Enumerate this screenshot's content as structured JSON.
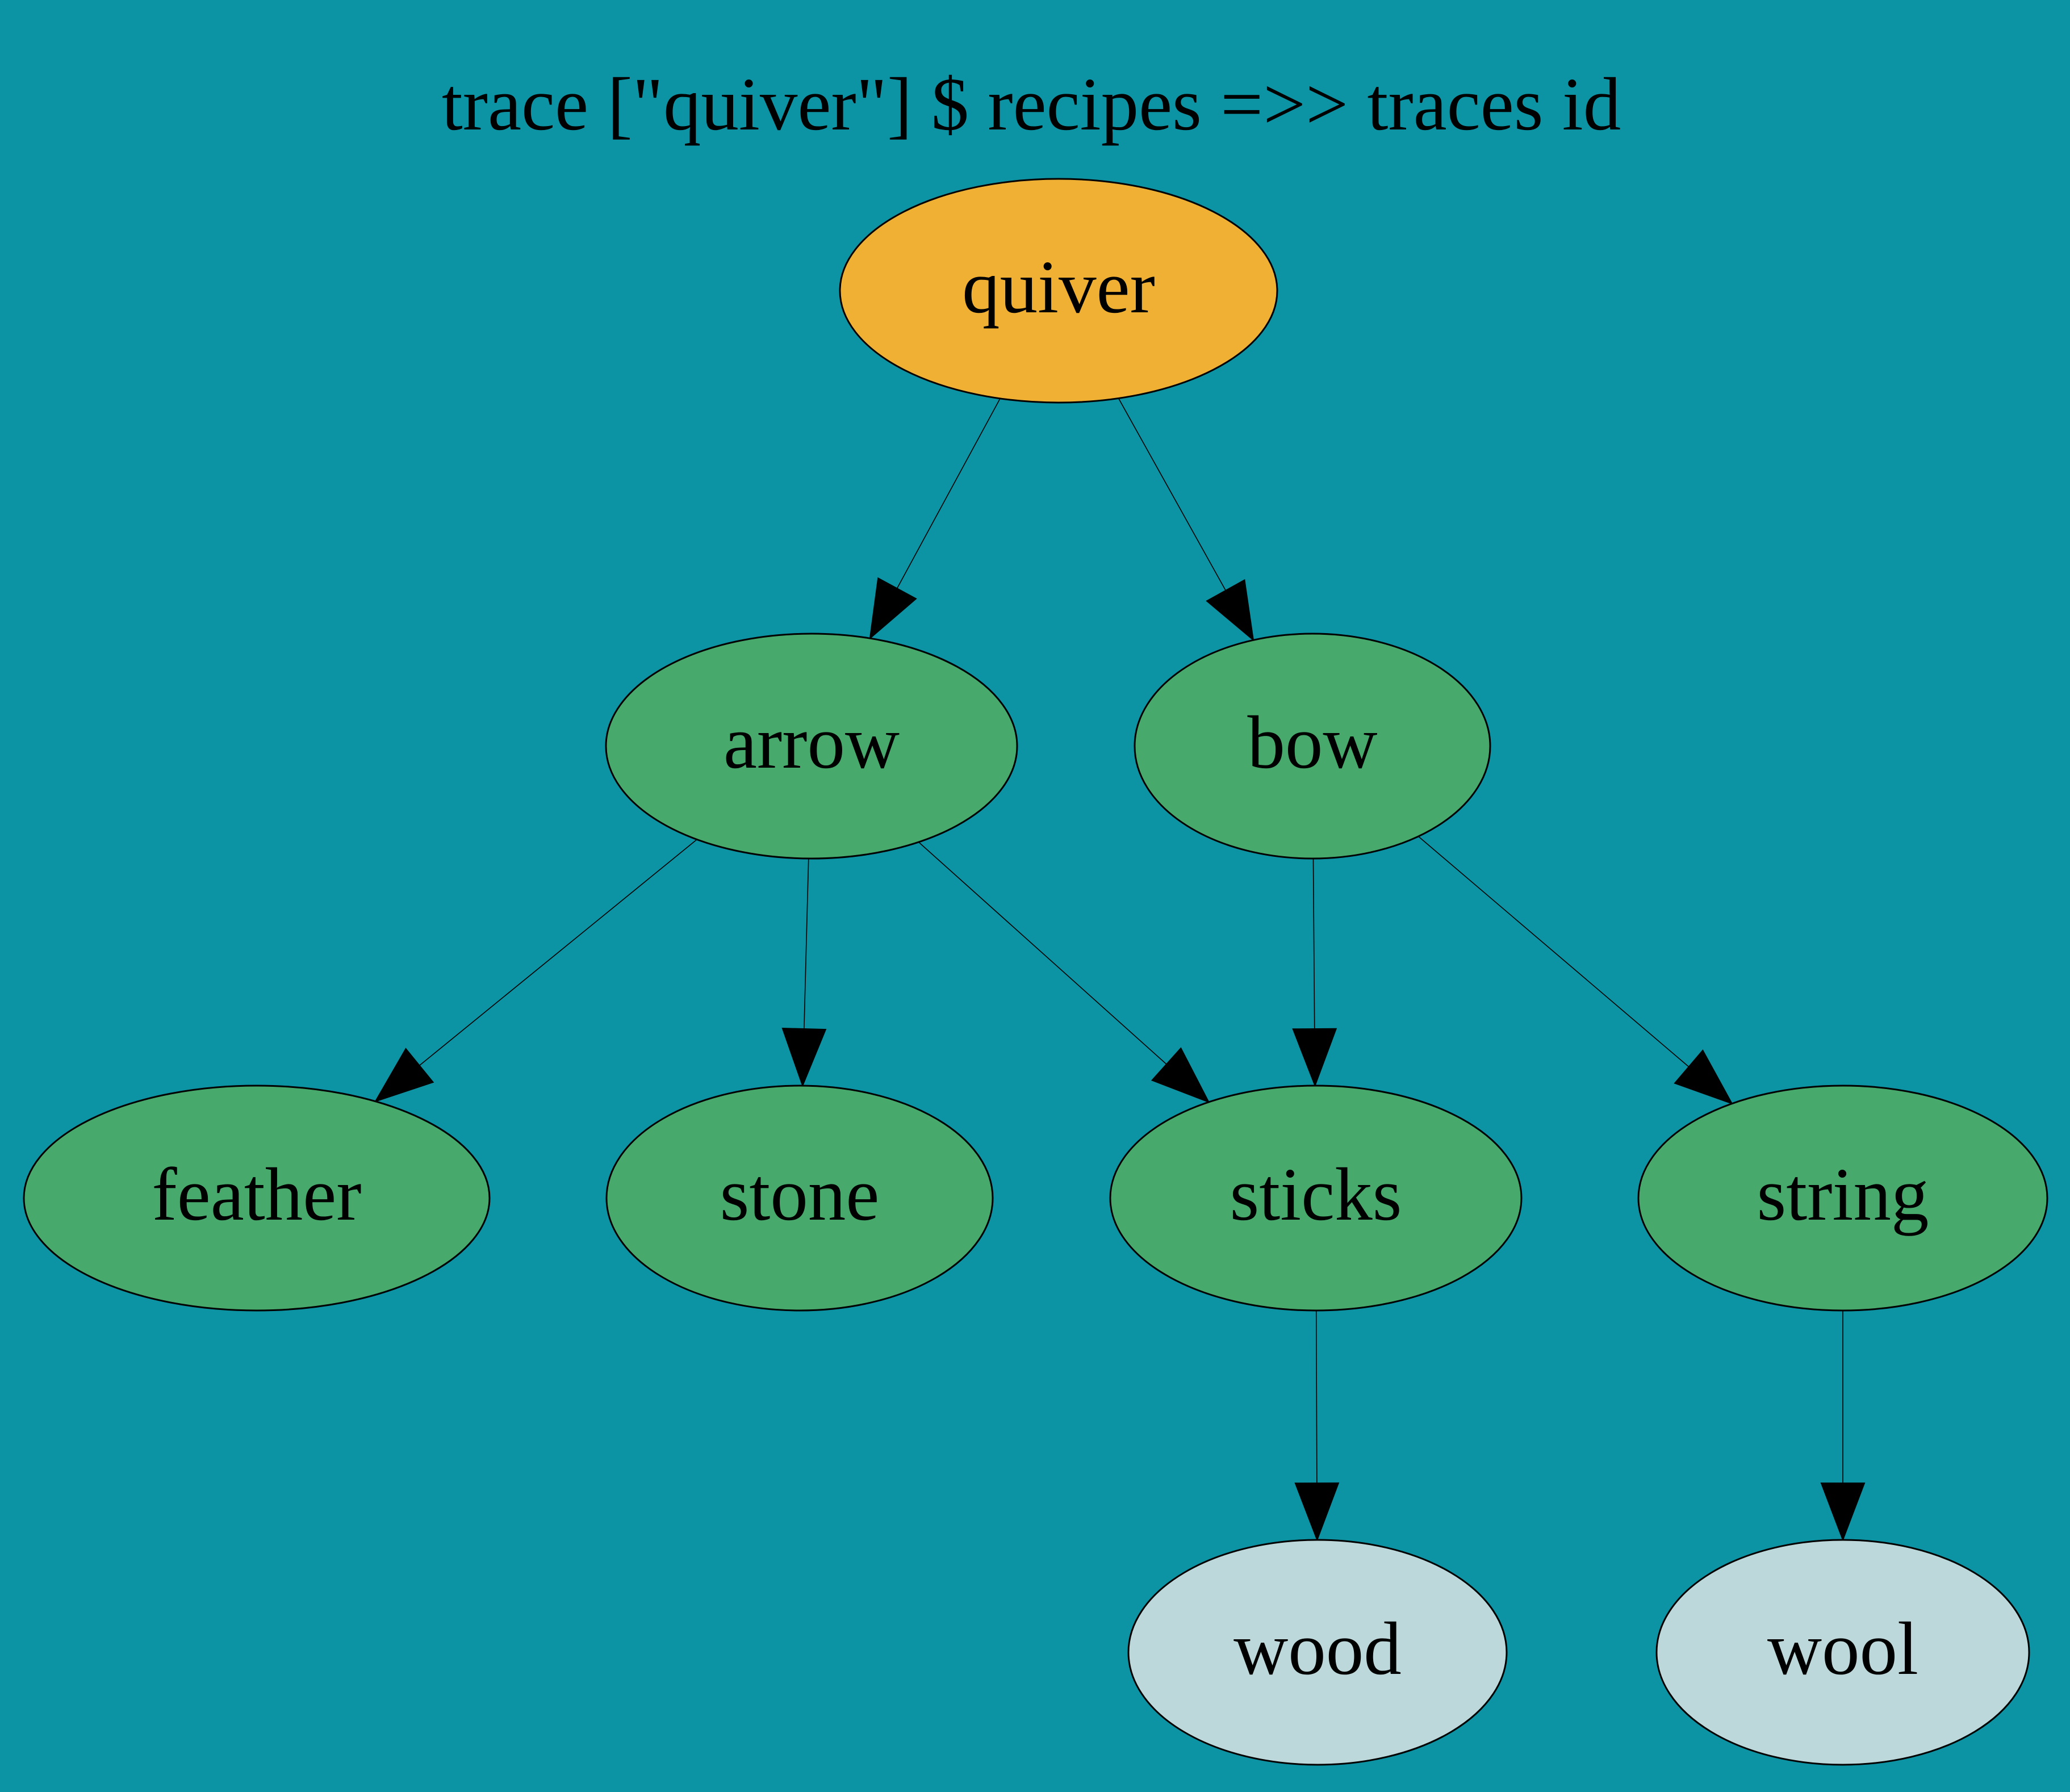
{
  "title": "trace [\"quiver\"] $ recipes =>> traces id",
  "colors": {
    "background": "#0c93a4",
    "target": "#f0b034",
    "intermediate": "#48a96c",
    "raw": "#bcd8da",
    "stroke": "#000000"
  },
  "nodes": [
    {
      "id": "quiver",
      "label": "quiver",
      "kind": "target"
    },
    {
      "id": "arrow",
      "label": "arrow",
      "kind": "intermediate"
    },
    {
      "id": "bow",
      "label": "bow",
      "kind": "intermediate"
    },
    {
      "id": "feather",
      "label": "feather",
      "kind": "intermediate"
    },
    {
      "id": "stone",
      "label": "stone",
      "kind": "intermediate"
    },
    {
      "id": "sticks",
      "label": "sticks",
      "kind": "intermediate"
    },
    {
      "id": "string",
      "label": "string",
      "kind": "intermediate"
    },
    {
      "id": "wood",
      "label": "wood",
      "kind": "raw"
    },
    {
      "id": "wool",
      "label": "wool",
      "kind": "raw"
    }
  ],
  "edges": [
    {
      "from": "quiver",
      "to": "arrow"
    },
    {
      "from": "quiver",
      "to": "bow"
    },
    {
      "from": "arrow",
      "to": "feather"
    },
    {
      "from": "arrow",
      "to": "stone"
    },
    {
      "from": "arrow",
      "to": "sticks"
    },
    {
      "from": "bow",
      "to": "sticks"
    },
    {
      "from": "bow",
      "to": "string"
    },
    {
      "from": "sticks",
      "to": "wood"
    },
    {
      "from": "string",
      "to": "wool"
    }
  ]
}
